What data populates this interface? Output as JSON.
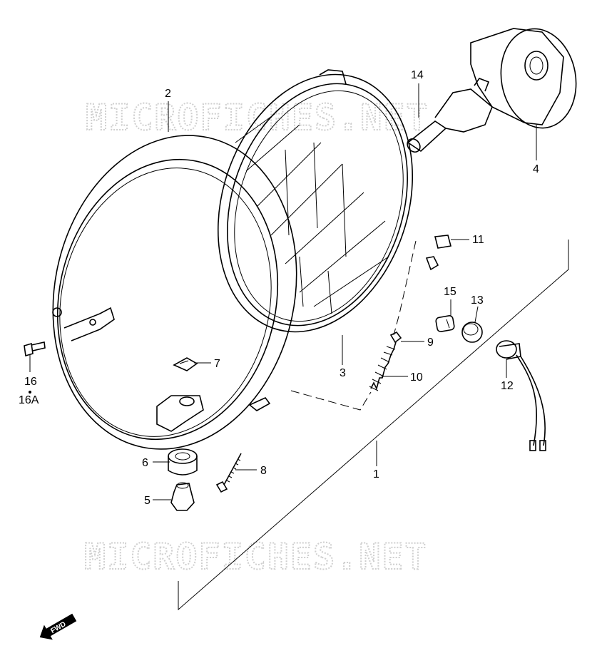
{
  "watermark": {
    "text": "MICROFICHES.NET",
    "color": "#cfcfcf"
  },
  "fwd_label": "FWD",
  "callouts": [
    {
      "id": "1",
      "text": "1"
    },
    {
      "id": "2",
      "text": "2"
    },
    {
      "id": "3",
      "text": "3"
    },
    {
      "id": "4",
      "text": "4"
    },
    {
      "id": "5",
      "text": "5"
    },
    {
      "id": "6",
      "text": "6"
    },
    {
      "id": "7",
      "text": "7"
    },
    {
      "id": "8",
      "text": "8"
    },
    {
      "id": "9",
      "text": "9"
    },
    {
      "id": "10",
      "text": "10"
    },
    {
      "id": "11",
      "text": "11"
    },
    {
      "id": "12",
      "text": "12"
    },
    {
      "id": "13",
      "text": "13"
    },
    {
      "id": "14",
      "text": "14"
    },
    {
      "id": "15",
      "text": "15"
    },
    {
      "id": "16",
      "text": "16"
    },
    {
      "id": "16A",
      "text": "16A"
    }
  ]
}
